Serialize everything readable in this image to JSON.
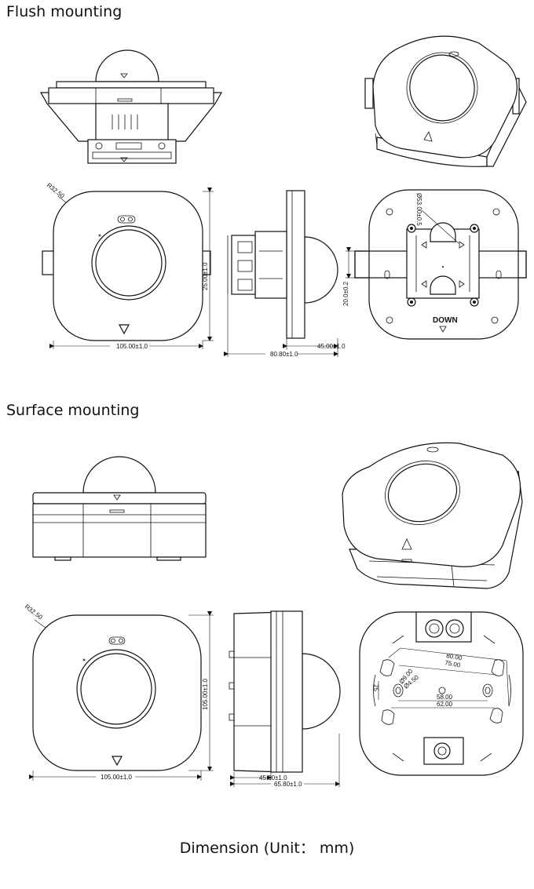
{
  "sections": {
    "flush": {
      "heading": "Flush mounting"
    },
    "surface": {
      "heading": "Surface mounting"
    }
  },
  "caption": "Dimension (Unit： mm)",
  "flush_dims": {
    "radius": "R32.50",
    "height_front": "25.00±1.0",
    "width_front": "105.00±1.0",
    "side_depth": "45.00±1.0",
    "side_total": "80.80±1.0",
    "back_diameter": "Ø53.00±0.5",
    "back_height": "20.0±0.2",
    "down_label": "DOWN"
  },
  "surface_dims": {
    "radius": "R32.50",
    "height_front": "105.00±1.0",
    "width_front": "105.00±1.0",
    "side_depth": "45.00±1.0",
    "side_total": "65.80±1.0",
    "back_80": "80.00",
    "back_75": "75.00",
    "back_d9": "Ø9.00",
    "back_d450": "Ø4.50",
    "back_58": "58.00",
    "back_62": "62.00",
    "back_25": "25"
  }
}
